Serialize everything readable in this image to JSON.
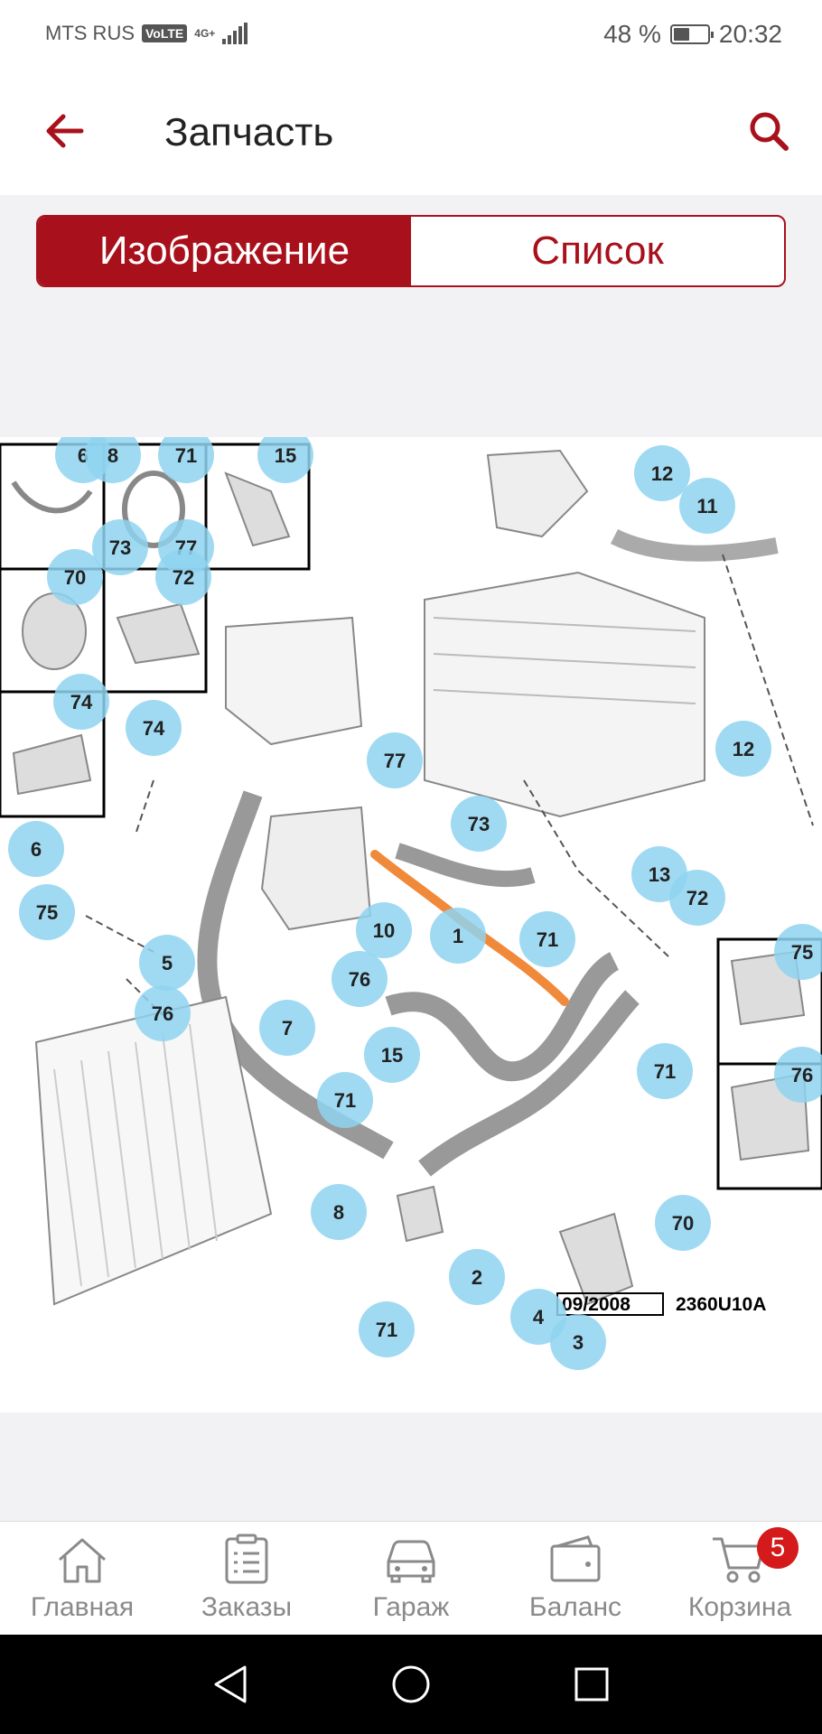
{
  "status_bar": {
    "carrier": "MTS RUS",
    "volte": "VoLTE",
    "network": "4G+",
    "battery": "48 %",
    "battery_level": 0.48,
    "time": "20:32"
  },
  "app_bar": {
    "title": "Запчасть",
    "back_icon": "arrow-left-icon",
    "search_icon": "search-icon"
  },
  "tabs": [
    {
      "label": "Изображение",
      "active": true
    },
    {
      "label": "Список",
      "active": false
    }
  ],
  "diagram": {
    "callouts": [
      "6",
      "8",
      "71",
      "15",
      "73",
      "77",
      "70",
      "72",
      "74",
      "12",
      "11",
      "74",
      "77",
      "73",
      "6",
      "75",
      "5",
      "10",
      "1",
      "71",
      "13",
      "72",
      "76",
      "76",
      "7",
      "15",
      "71",
      "75",
      "76",
      "71",
      "8",
      "2",
      "70",
      "4",
      "3",
      "71",
      "12"
    ],
    "stamp_date": "09/2008",
    "stamp_code": "2360U10A"
  },
  "bottom_nav": [
    {
      "label": "Главная",
      "icon": "home-icon"
    },
    {
      "label": "Заказы",
      "icon": "orders-icon"
    },
    {
      "label": "Гараж",
      "icon": "car-icon"
    },
    {
      "label": "Баланс",
      "icon": "wallet-icon"
    },
    {
      "label": "Корзина",
      "icon": "cart-icon",
      "badge": "5"
    }
  ],
  "colors": {
    "accent": "#a8111b",
    "callout": "#8fd3f0",
    "highlight_stroke": "#f08a3a"
  }
}
